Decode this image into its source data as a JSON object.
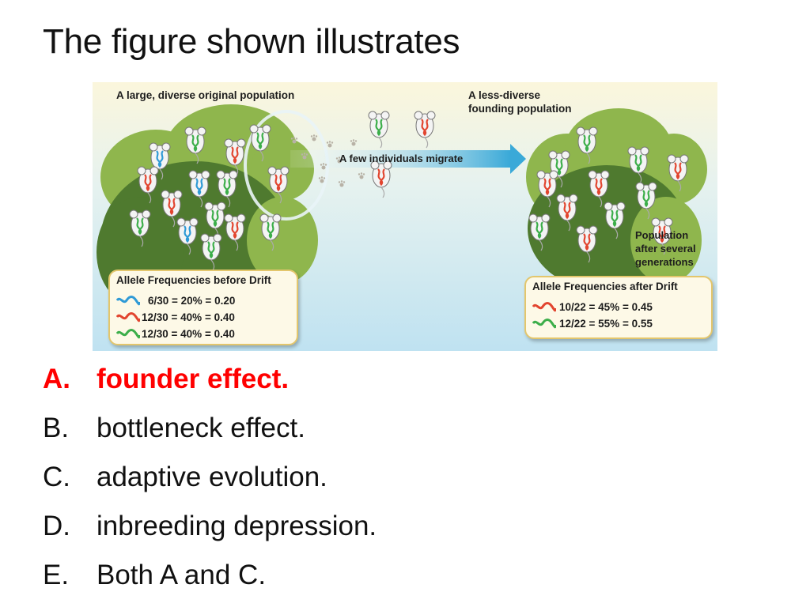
{
  "title": "The figure shown illustrates",
  "figure": {
    "label_original": "A large, diverse original population",
    "label_founding": "A less-diverse\nfounding population",
    "label_migrate": "A few individuals migrate",
    "label_after": "Population\nafter several\ngenerations",
    "before": {
      "title": "Allele Frequencies before Drift",
      "rows": [
        "6/30 = 20% = 0.20",
        "12/30 = 40% = 0.40",
        "12/30 = 40% = 0.40"
      ],
      "row_colors": [
        "#2f9ad6",
        "#e2452f",
        "#3cae4a"
      ]
    },
    "after": {
      "title": "Allele Frequencies after Drift",
      "rows": [
        "10/22 = 45% = 0.45",
        "12/22 = 55% = 0.55"
      ],
      "row_colors": [
        "#e2452f",
        "#3cae4a"
      ]
    },
    "colors": {
      "tree_light": "#8fb64d",
      "tree_dark": "#4f7a2f",
      "arrow": "#4bb5de"
    }
  },
  "answers": [
    {
      "letter": "A.",
      "text": "founder effect.",
      "correct": true
    },
    {
      "letter": "B.",
      "text": "bottleneck effect.",
      "correct": false
    },
    {
      "letter": "C.",
      "text": "adaptive evolution.",
      "correct": false
    },
    {
      "letter": "D.",
      "text": "inbreeding depression.",
      "correct": false
    },
    {
      "letter": "E.",
      "text": "Both A and C.",
      "correct": false
    }
  ],
  "correct_color": "#ff0000"
}
